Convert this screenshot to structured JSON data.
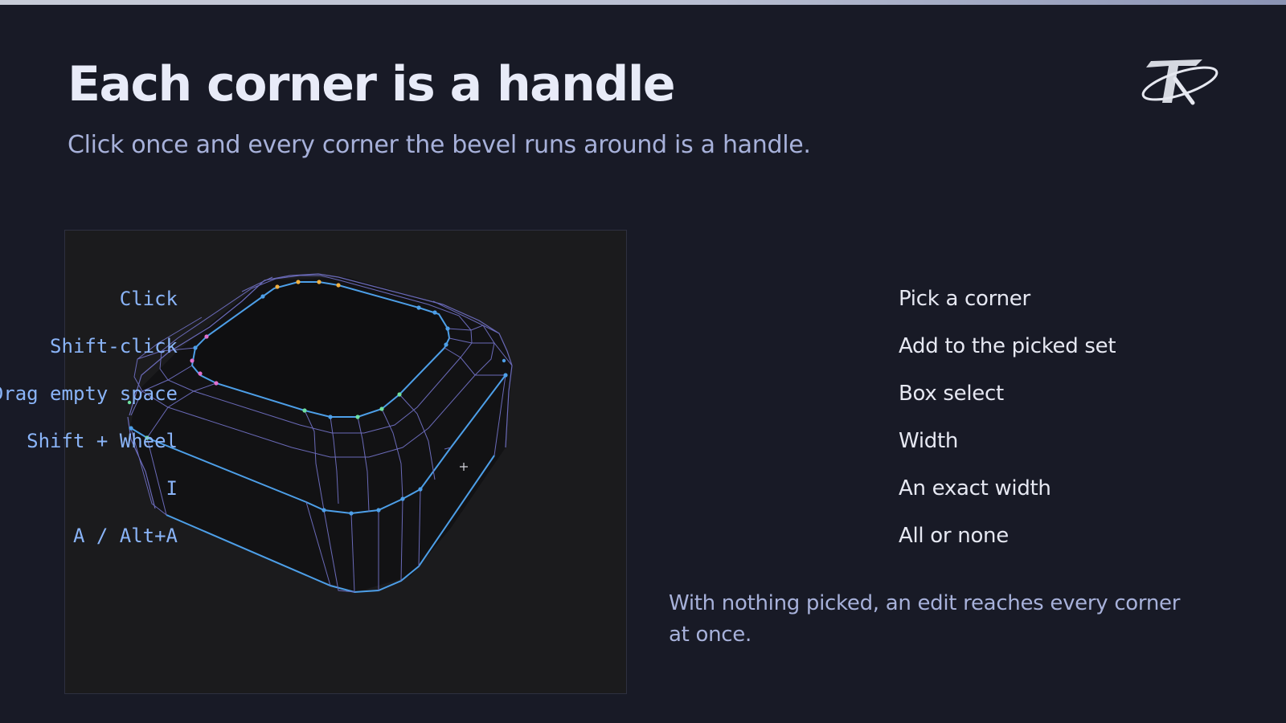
{
  "slide": {
    "title": "Each corner is a handle",
    "subtitle": "Click once and every corner the bevel runs around is a handle.",
    "logo_icon": "stylized-t-orbit-logo",
    "accent_color": "#8ab4f8",
    "viewport": {
      "mesh_icon": "beveled-box-wireframe",
      "edge_color": "#4d9fe8",
      "wire_color": "#6a6ab8"
    },
    "shortcuts": [
      {
        "key": "Click",
        "action": "Pick a corner"
      },
      {
        "key": "Shift-click",
        "action": "Add to the picked set"
      },
      {
        "key": "Drag empty space",
        "action": "Box select"
      },
      {
        "key": "Shift + Wheel",
        "action": "Width"
      },
      {
        "key": "I",
        "action": "An exact width"
      },
      {
        "key": "A / Alt+A",
        "action": "All or none"
      }
    ],
    "note": "With nothing picked, an edit reaches every corner at once."
  }
}
